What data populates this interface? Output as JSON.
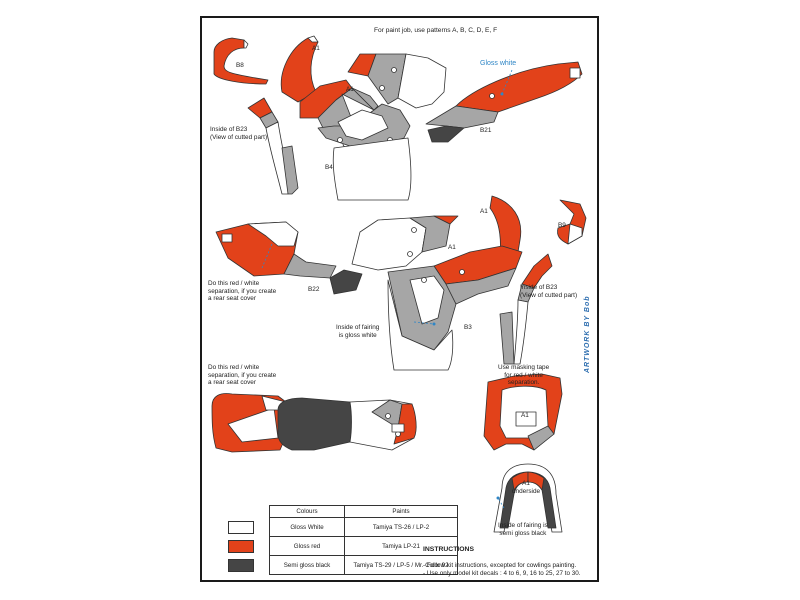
{
  "header": "For paint job, use patterns A, B, C, D, E, F",
  "credit": "ARTWORK BY Bob",
  "colors": {
    "white": "#ffffff",
    "red": "#e2421a",
    "grey": "#a6a6a6",
    "black": "#454545",
    "blue": "#2f86c6"
  },
  "labels": {
    "b8": "B8",
    "a1_top": "A1",
    "a1_top_inner": "A1",
    "gloss_white": "Gloss white",
    "b21": "B21",
    "inside_b23_top": "Inside of B23\n(View of cutted part)",
    "b4": "B4",
    "b9": "B9",
    "a1_mid": "A1",
    "a1_mid_inner": "A1",
    "separation_note_1": "Do this red / white\nseparation, if you create\na rear seat cover",
    "b22": "B22",
    "inside_b23_mid": "Inside of B23\n(View of cutted part)",
    "inside_fairing": "Inside of fairing\nis gloss white",
    "b3": "B3",
    "separation_note_2": "Do this red / white\nseparation, if you create\na rear seat cover",
    "masking_note": "Use masking tape\nfor red / white\nseparation.",
    "a1_front": "A1",
    "a1_underside": "A1\nunderside",
    "inside_fairing_black": "Inside of fairing is\nsemi gloss black"
  },
  "legend": {
    "header_colours": "Colours",
    "header_paints": "Paints",
    "rows": [
      {
        "colour": "Gloss White",
        "paint": "Tamiya TS-26 / LP-2",
        "swatch": "#ffffff"
      },
      {
        "colour": "Gloss red",
        "paint": "Tamiya LP-21",
        "swatch": "#e2421a"
      },
      {
        "colour": "Semi gloss black",
        "paint": "Tamiya TS-29 / LP-5 / Mr. Color 92",
        "swatch": "#454545"
      }
    ]
  },
  "instructions": {
    "title": "INSTRUCTIONS",
    "items": [
      "- Follow kit instructions, excepted for cowlings painting.",
      "- Use only model kit decals : 4 to 6, 9, 16 to 25, 27 to 30."
    ]
  }
}
